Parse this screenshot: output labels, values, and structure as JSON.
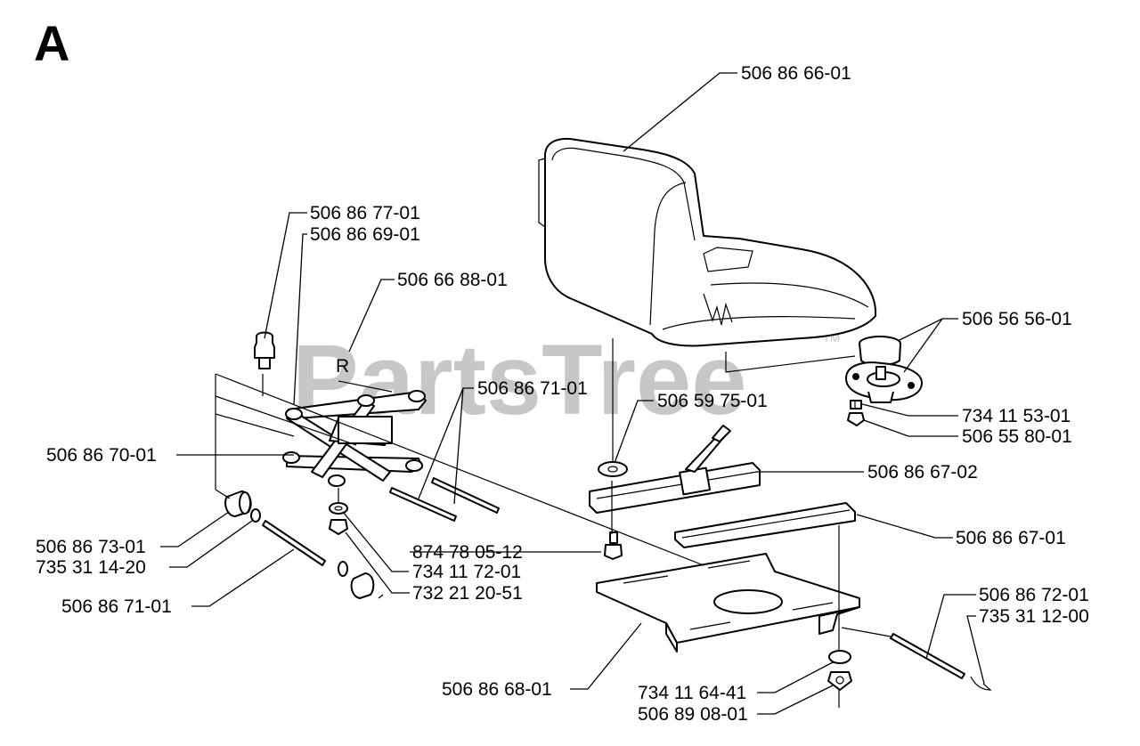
{
  "section_letter": "A",
  "watermark": "PartsTree",
  "watermark_tm": "TM",
  "stamp_letter": "R",
  "parts": {
    "seat": "506 86 66-01",
    "p_506867701": "506 86 77-01",
    "p_506866901": "506 86 69-01",
    "p_506668801": "506 66 88-01",
    "p_506565601": "506 56 56-01",
    "p_506867101_top": "506 86 71-01",
    "p_506597501": "506 59 75-01",
    "p_734115301": "734 11 53-01",
    "p_506558001": "506 55 80-01",
    "p_506867001": "506 86 70-01",
    "p_506866702": "506 86 67-02",
    "p_506866701": "506 86 67-01",
    "p_506867301": "506 86 73-01",
    "p_735311420": "735 31 14-20",
    "p_874780512": "874 78 05-12",
    "p_734117201": "734 11 72-01",
    "p_506867101_bottom": "506 86 71-01",
    "p_732212051": "732 21 20-51",
    "p_506867201": "506 86 72-01",
    "p_735311200": "735 31 12-00",
    "p_506866801": "506 86 68-01",
    "p_734116441": "734 11 64-41",
    "p_506890801": "506 89 08-01"
  }
}
